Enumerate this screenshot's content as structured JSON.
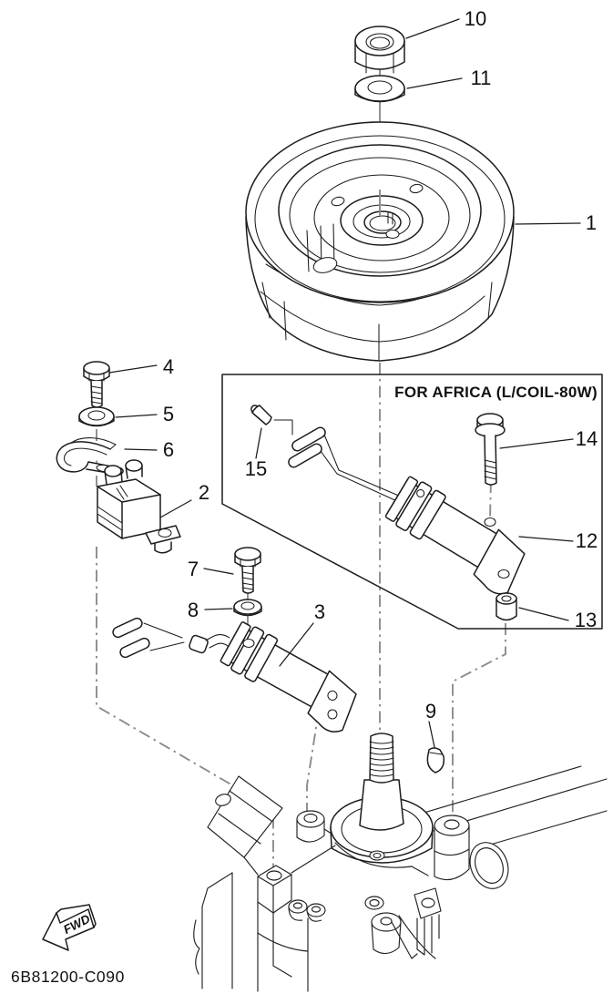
{
  "page": {
    "background_color": "#ffffff",
    "ink_color": "#1c1c1c",
    "guide_line_color": "#8c8c8c"
  },
  "diagram": {
    "drawing_code": "6B81200-C090",
    "variant_box_label": "FOR AFRICA (L/COIL-80W)",
    "fwd_marker": "FWD",
    "callouts": [
      {
        "num": "1"
      },
      {
        "num": "2"
      },
      {
        "num": "3"
      },
      {
        "num": "4"
      },
      {
        "num": "5"
      },
      {
        "num": "6"
      },
      {
        "num": "7"
      },
      {
        "num": "8"
      },
      {
        "num": "9"
      },
      {
        "num": "10"
      },
      {
        "num": "11"
      },
      {
        "num": "12"
      },
      {
        "num": "13"
      },
      {
        "num": "14"
      },
      {
        "num": "15"
      }
    ]
  }
}
